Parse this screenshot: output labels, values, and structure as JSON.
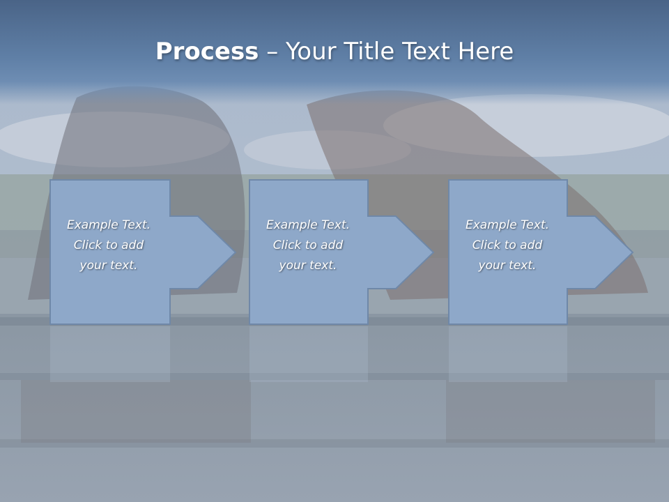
{
  "slide": {
    "title_bold": "Process",
    "title_rest": " – Your Title Text Here",
    "steps": [
      {
        "text": "Example Text.\nClick  to add\nyour text."
      },
      {
        "text": "Example Text.\nClick  to add\nyour text."
      },
      {
        "text": "Example Text.\nClick  to add\nyour text."
      }
    ]
  },
  "colors": {
    "box_fill": "#8ea8c9",
    "box_stroke": "#6f88a8",
    "title_bar": "#5a7aa1",
    "text": "#ffffff"
  }
}
